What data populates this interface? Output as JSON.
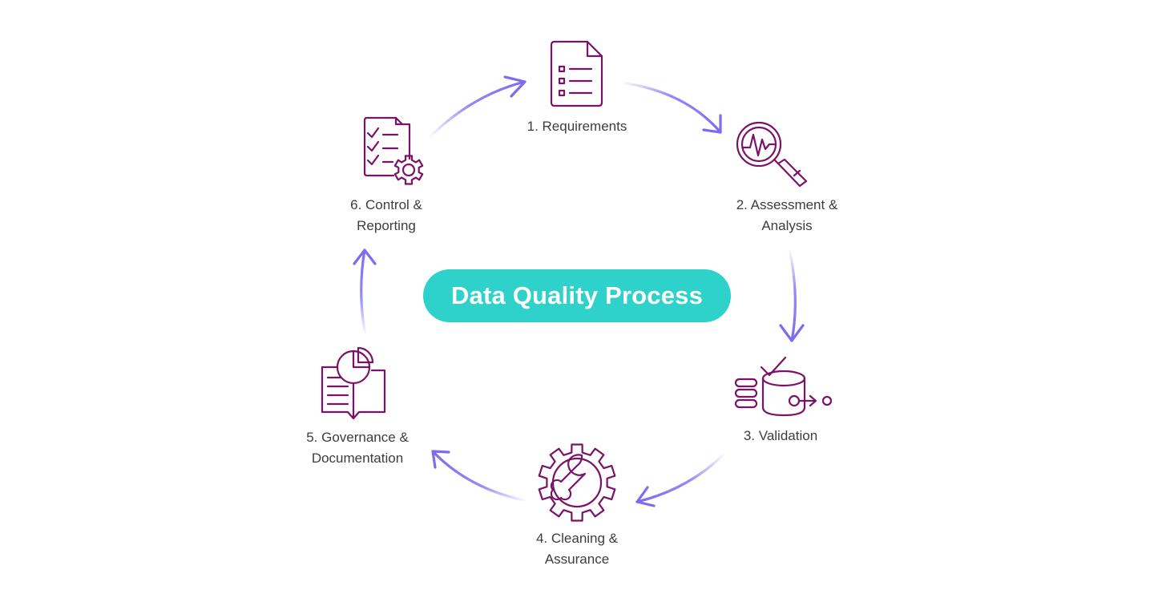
{
  "title": "Data Quality Process",
  "colors": {
    "icon": "#7a1267",
    "arrow": "#7b6cf0",
    "title_bg": "#2fd2cb",
    "title_text": "#ffffff",
    "label": "#3d3d3d"
  },
  "steps": [
    {
      "lines": [
        "1. Requirements"
      ],
      "icon": "document-checklist-icon"
    },
    {
      "lines": [
        "2. Assessment &",
        "Analysis"
      ],
      "icon": "magnifier-pulse-icon"
    },
    {
      "lines": [
        "3. Validation"
      ],
      "icon": "database-check-icon"
    },
    {
      "lines": [
        "4. Cleaning &",
        "Assurance"
      ],
      "icon": "gear-wrench-icon"
    },
    {
      "lines": [
        "5. Governance &",
        "Documentation"
      ],
      "icon": "book-pie-chart-icon"
    },
    {
      "lines": [
        "6. Control &",
        "Reporting"
      ],
      "icon": "checklist-gear-icon"
    }
  ]
}
